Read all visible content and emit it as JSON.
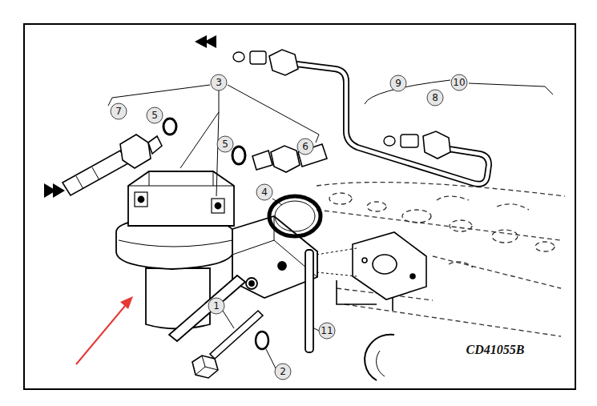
{
  "diagram": {
    "labels": [
      "3",
      "7",
      "5",
      "5",
      "6",
      "10",
      "9",
      "8",
      "4",
      "11",
      "1",
      "2",
      "CD41055B"
    ]
  }
}
